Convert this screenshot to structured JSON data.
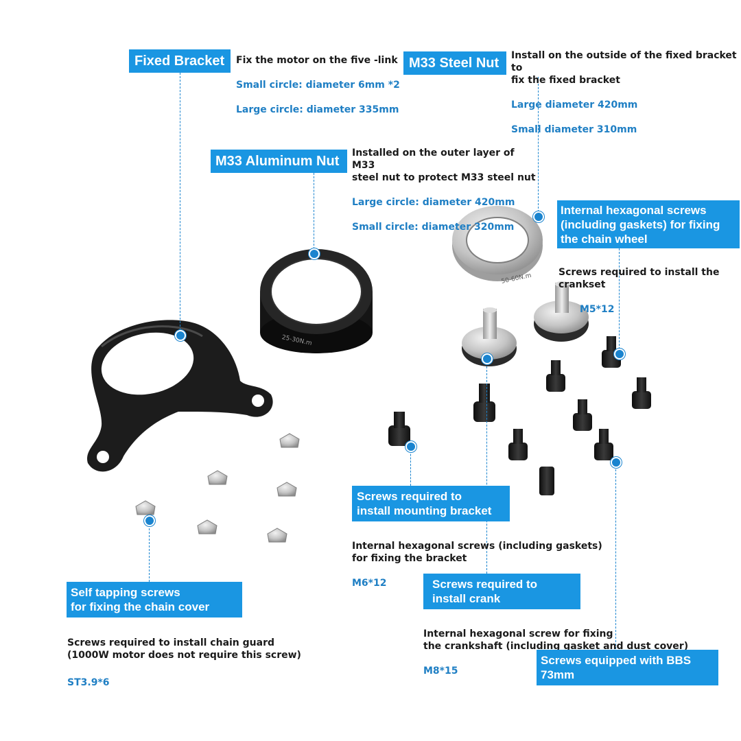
{
  "labels": {
    "fixed_bracket": {
      "tag": "Fixed Bracket",
      "desc": "Fix the motor on the five -link",
      "spec1": "Small circle: diameter 6mm *2",
      "spec2": "Large circle: diameter 335mm"
    },
    "m33_steel_nut": {
      "tag": "M33 Steel Nut",
      "desc": "Install on the outside of the fixed bracket to\nfix the fixed bracket",
      "spec1": "Large diameter 420mm",
      "spec2": "Small diameter 310mm"
    },
    "m33_aluminum_nut": {
      "tag": "M33 Aluminum Nut",
      "desc": "Installed on the outer layer of M33\nsteel nut to protect M33 steel nut",
      "spec1": "Large circle: diameter 420mm",
      "spec2": "Small circle: diameter 320mm"
    },
    "chain_wheel_screws": {
      "tag": "Internal hexagonal screws\n(including gaskets) for fixing\nthe chain wheel",
      "desc": "Screws required to install the\ncrankset",
      "spec": "M5*12"
    },
    "mounting_bracket_screws": {
      "tag": "Screws required to\ninstall mounting bracket",
      "desc": "Internal hexagonal screws (including gaskets)\nfor fixing the bracket",
      "spec": "M6*12"
    },
    "crank_screws": {
      "tag": "Screws required to\ninstall crank",
      "desc": "Internal hexagonal screw for fixing\nthe crankshaft (including gasket and dust cover)",
      "spec": "M8*15"
    },
    "chain_cover_screws": {
      "tag": "Self tapping screws\nfor fixing the chain cover",
      "desc": "Screws required to install chain guard\n(1000W motor does not require this screw)",
      "spec": "ST3.9*6"
    },
    "bbs_screws": {
      "tag": "Screws equipped with BBS\n73mm"
    }
  },
  "part_markings": {
    "aluminum_nut": "25-30N.m",
    "steel_nut": "50-60N.m"
  },
  "colors": {
    "accent": "#1a96e2",
    "spec_text": "#1f7fc4",
    "part_black": "#1c1c1c",
    "part_silver": "#c9c9c9"
  }
}
